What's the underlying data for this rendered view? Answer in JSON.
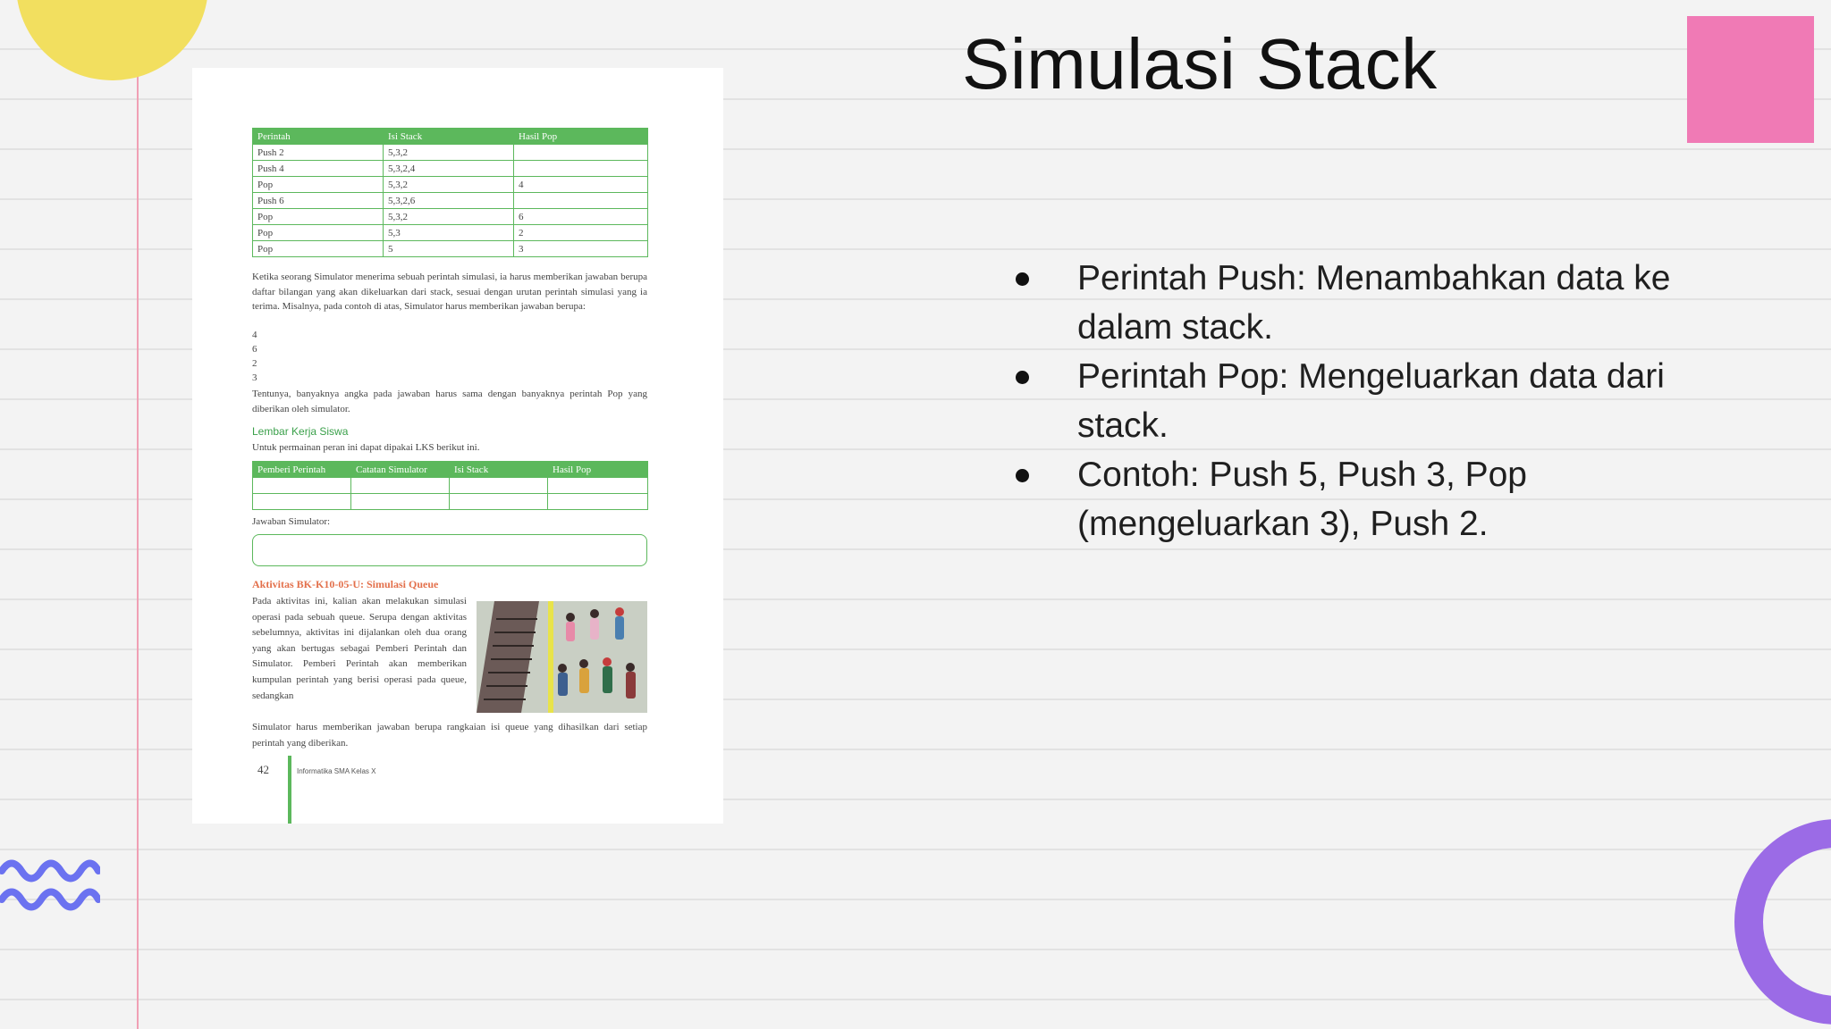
{
  "slide": {
    "title": "Simulasi Stack",
    "bullets": [
      "Perintah Push: Menambahkan data ke dalam stack.",
      "Perintah Pop: Mengeluarkan data dari stack.",
      "Contoh: Push 5, Push 3, Pop (mengeluarkan 3), Push 2."
    ],
    "colors": {
      "yellow_circle": "#f2df5f",
      "pink_square": "#f07ab5",
      "purple_arc": "#9b6be6",
      "wave": "#6b72f0",
      "margin_line": "#f0a0b4",
      "table_green": "#5cb85c"
    }
  },
  "book": {
    "table1": {
      "headers": [
        "Perintah",
        "Isi Stack",
        "Hasil Pop"
      ],
      "rows": [
        [
          "Push 2",
          "5,3,2",
          ""
        ],
        [
          "Push 4",
          "5,3,2,4",
          ""
        ],
        [
          "Pop",
          "5,3,2",
          "4"
        ],
        [
          "Push 6",
          "5,3,2,6",
          ""
        ],
        [
          "Pop",
          "5,3,2",
          "6"
        ],
        [
          "Pop",
          "5,3",
          "2"
        ],
        [
          "Pop",
          "5",
          "3"
        ]
      ]
    },
    "para1": "Ketika seorang Simulator menerima sebuah perintah simulasi, ia harus memberikan jawaban berupa daftar bilangan yang akan dikeluarkan dari stack, sesuai dengan urutan perintah simulasi yang ia terima. Misalnya, pada contoh di atas, Simulator harus memberikan jawaban berupa:",
    "answers": [
      "4",
      "6",
      "2",
      "3"
    ],
    "para2": "Tentunya, banyaknya angka pada jawaban harus sama dengan banyaknya perintah Pop yang diberikan oleh simulator.",
    "worksheet_heading": "Lembar Kerja Siswa",
    "worksheet_text": "Untuk permainan peran ini dapat dipakai LKS berikut ini.",
    "table2": {
      "headers": [
        "Pemberi Perintah",
        "Catatan Simulator",
        "Isi Stack",
        "Hasil Pop"
      ]
    },
    "jawaban_label": "Jawaban Simulator:",
    "activity_title": "Aktivitas BK-K10-05-U: Simulasi Queue",
    "activity_text": "Pada aktivitas ini, kalian akan melakukan simulasi operasi pada sebuah queue. Serupa dengan aktivitas sebelumnya, aktivitas ini dijalankan oleh dua orang yang akan bertugas sebagai Pemberi Perintah dan Simulator. Pemberi Perintah akan memberikan kumpulan perintah yang berisi operasi pada queue, sedangkan",
    "activity_text2": "Simulator harus memberikan jawaban berupa rangkaian isi queue yang dihasilkan dari setiap perintah yang diberikan.",
    "page_number": "42",
    "footer": "Informatika SMA Kelas X"
  }
}
